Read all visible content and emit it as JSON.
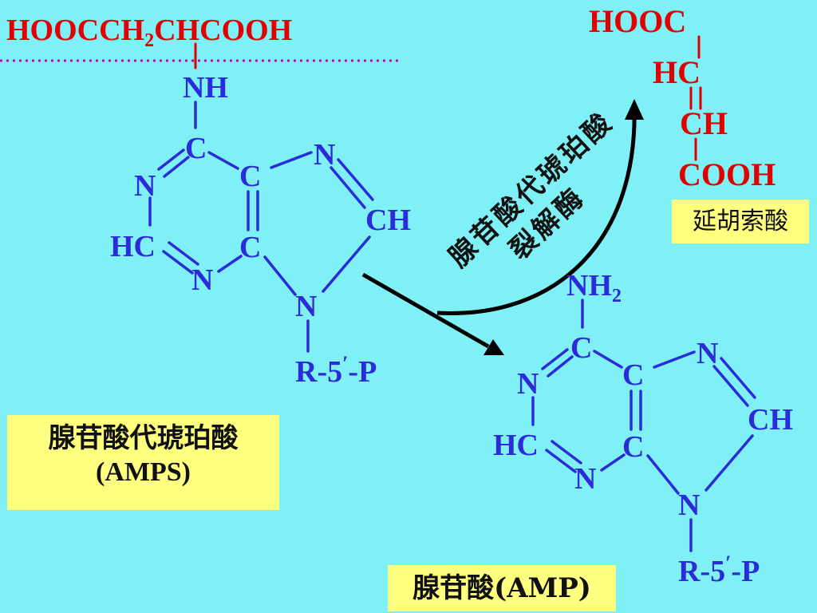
{
  "amps": {
    "side_chain": "HOOCCH",
    "side_chain_sub": "2",
    "side_chain_end": "CHCOOH",
    "atoms": {
      "nh": "NH",
      "c_top": "C",
      "n_left": "N",
      "c_mid": "C",
      "n_right_top": "N",
      "ch": "CH",
      "hc": "HC",
      "c_low": "C",
      "n_bottom": "N",
      "n9": "N"
    },
    "ribose_label": "R-5",
    "prime": "′",
    "phosphate": "-P",
    "name_cn": "腺苷酸代琥珀酸",
    "name_abbr": "(AMPS)"
  },
  "fumarate": {
    "line1": "HOOC",
    "line2": "HC",
    "line3": "CH",
    "line4": "COOH",
    "name_cn": "延胡索酸"
  },
  "amp": {
    "nh2": "NH",
    "nh2_sub": "2",
    "atoms": {
      "c_top": "C",
      "n_left": "N",
      "c_mid": "C",
      "n_right_top": "N",
      "ch": "CH",
      "hc": "HC",
      "c_low": "C",
      "n_bottom": "N",
      "n9": "N"
    },
    "ribose_label": "R-5",
    "prime": "′",
    "phosphate": "-P",
    "name": "腺苷酸(AMP)"
  },
  "enzyme": {
    "line1": "腺苷酸代琥珀酸",
    "line2": "裂解酶"
  },
  "colors": {
    "background": "#7FF0F5",
    "structure": "#2B2BD8",
    "fumarate": "#E00000",
    "label_box": "#FFFF80",
    "arrow": "#000000"
  }
}
